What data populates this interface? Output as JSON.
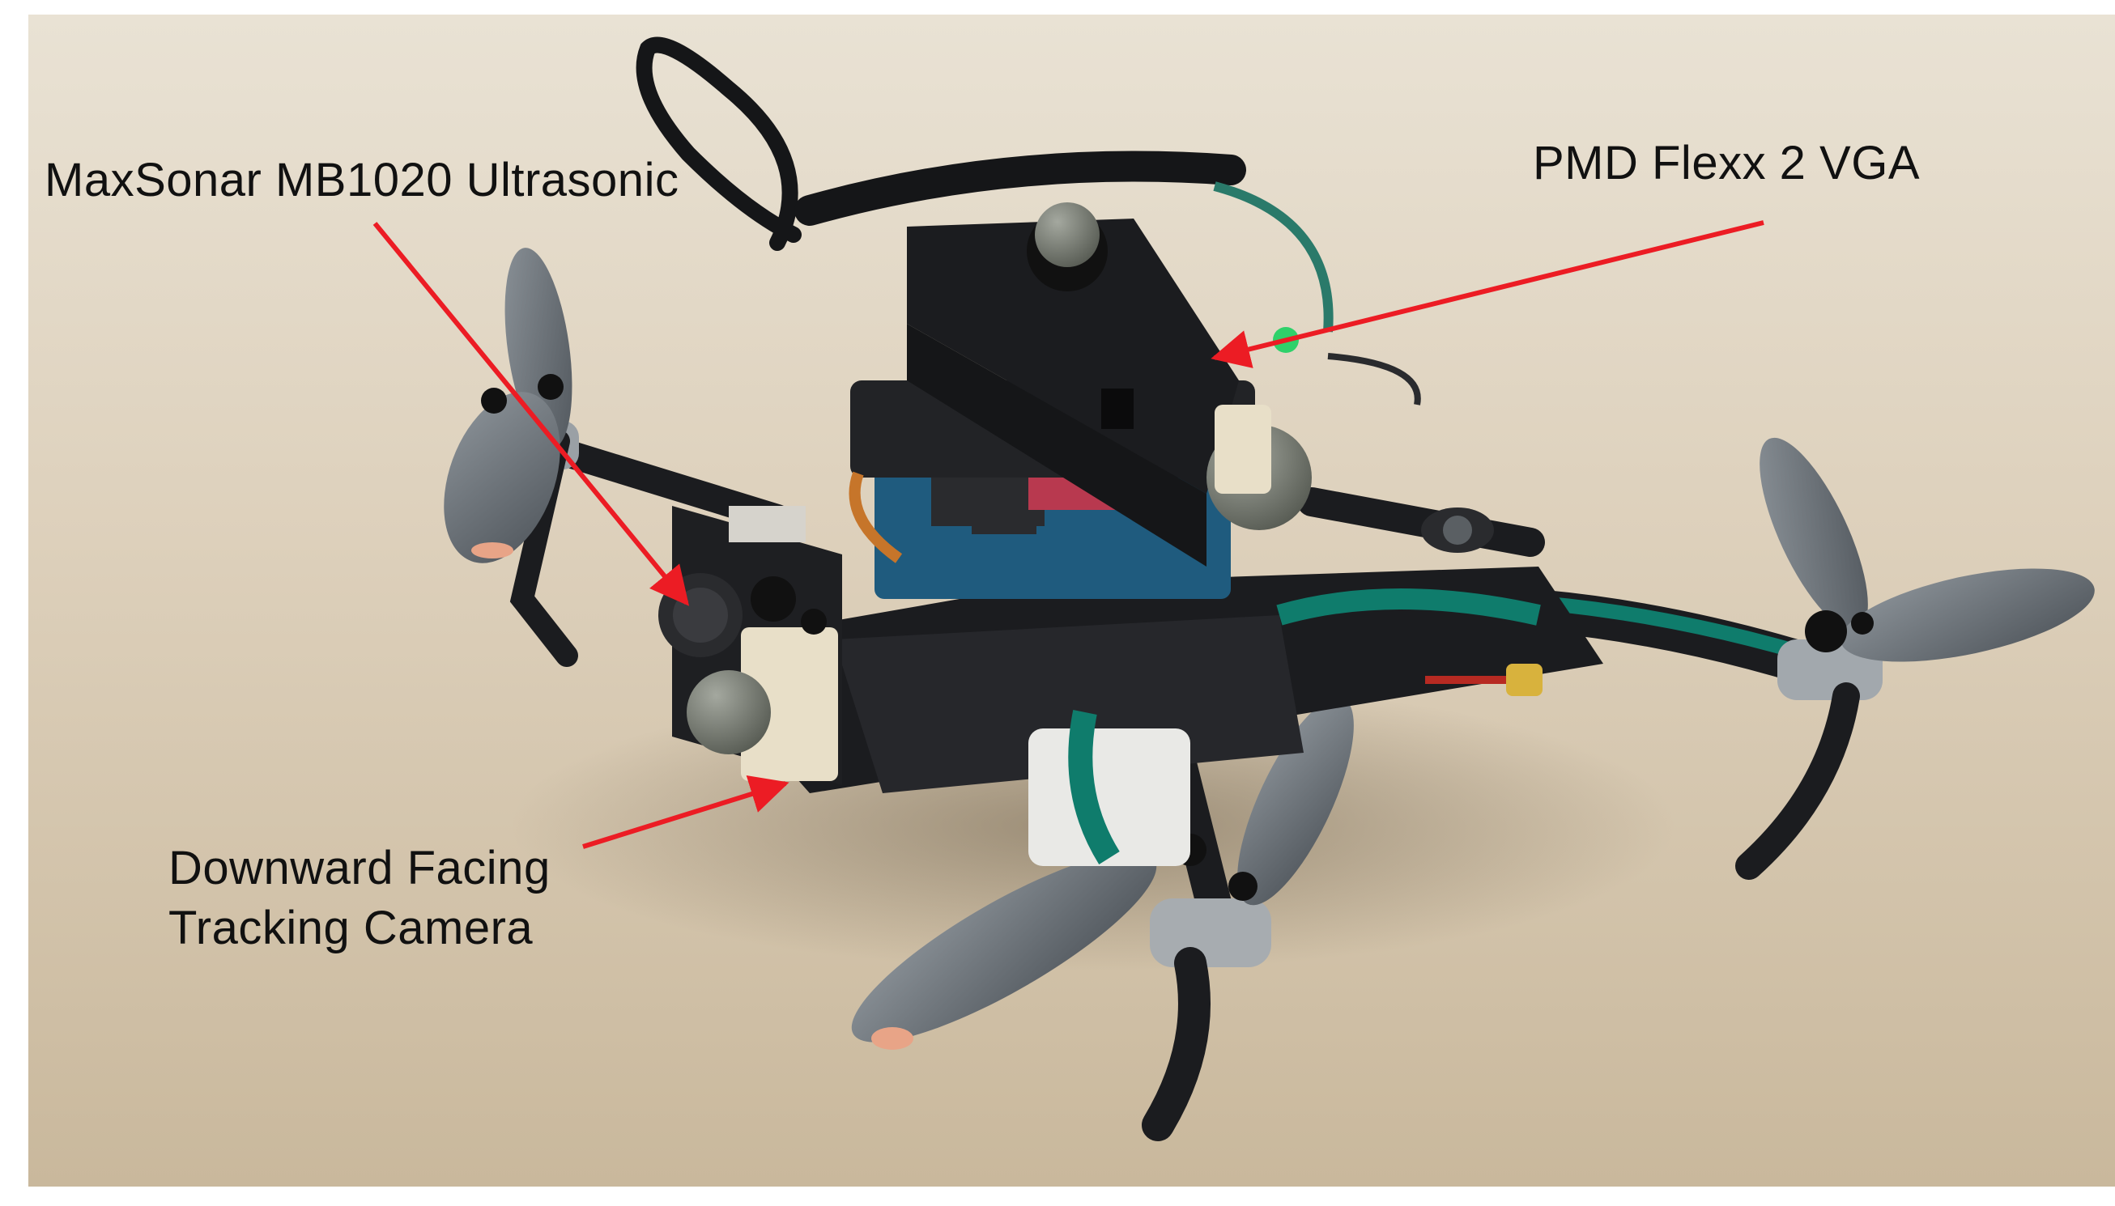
{
  "labels": {
    "sonar": "MaxSonar MB1020 Ultrasonic",
    "pmd": "PMD Flexx 2 VGA",
    "camera_line1": "Downward Facing",
    "camera_line2": "Tracking Camera"
  },
  "colors": {
    "background": "#ffffff",
    "table": "#d9ccb5",
    "arrow": "#ec1c24",
    "label_text": "#111111",
    "frame": "#1b1c1f",
    "teal_sleeve": "#0f7c6c",
    "propeller": "#6c7379",
    "prop_tip": "#e8a487",
    "mount_pad": "#e8dfc8",
    "gray_ball": "#7d8278"
  }
}
